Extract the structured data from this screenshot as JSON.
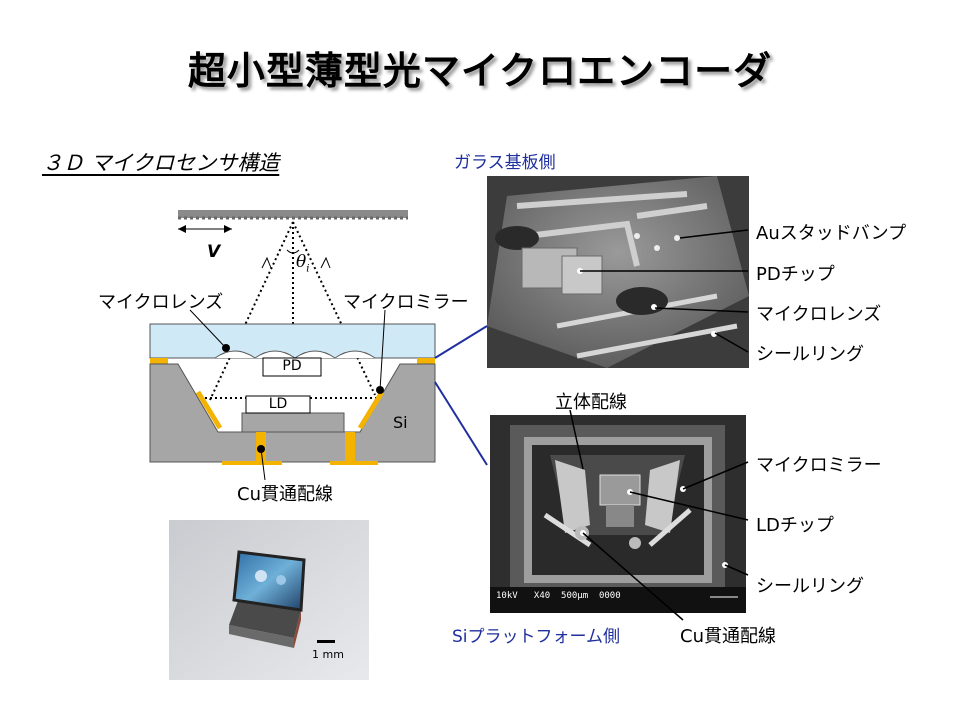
{
  "title": "超小型薄型光マイクロエンコーダ",
  "subtitle": "３Ｄ マイクロセンサ構造",
  "cross_section": {
    "velocity": "V",
    "angle": "θ",
    "angle_sub": "i",
    "microlens": "マイクロレンズ",
    "micromirror": "マイクロミラー",
    "pd": "PD",
    "ld": "LD",
    "si": "Si",
    "cu_via": "Cu貫通配線"
  },
  "photo": {
    "scale_bar": "1 mm"
  },
  "glass_view": {
    "heading": "ガラス基板側",
    "labels": [
      "Auスタッドバンプ",
      "PDチップ",
      "マイクロレンズ",
      "シールリング"
    ]
  },
  "si_view": {
    "heading": "Siプラットフォーム側",
    "wiring": "立体配線",
    "labels": [
      "マイクロミラー",
      "LDチップ",
      "シールリング"
    ],
    "cu_via": "Cu貫通配線",
    "sem_info": "10kV   X40  500μm  0000"
  },
  "colors": {
    "glass": "#cfe9f7",
    "silicon": "#a6a6a6",
    "gold": "#f3b300",
    "link": "#1f2f9f"
  }
}
